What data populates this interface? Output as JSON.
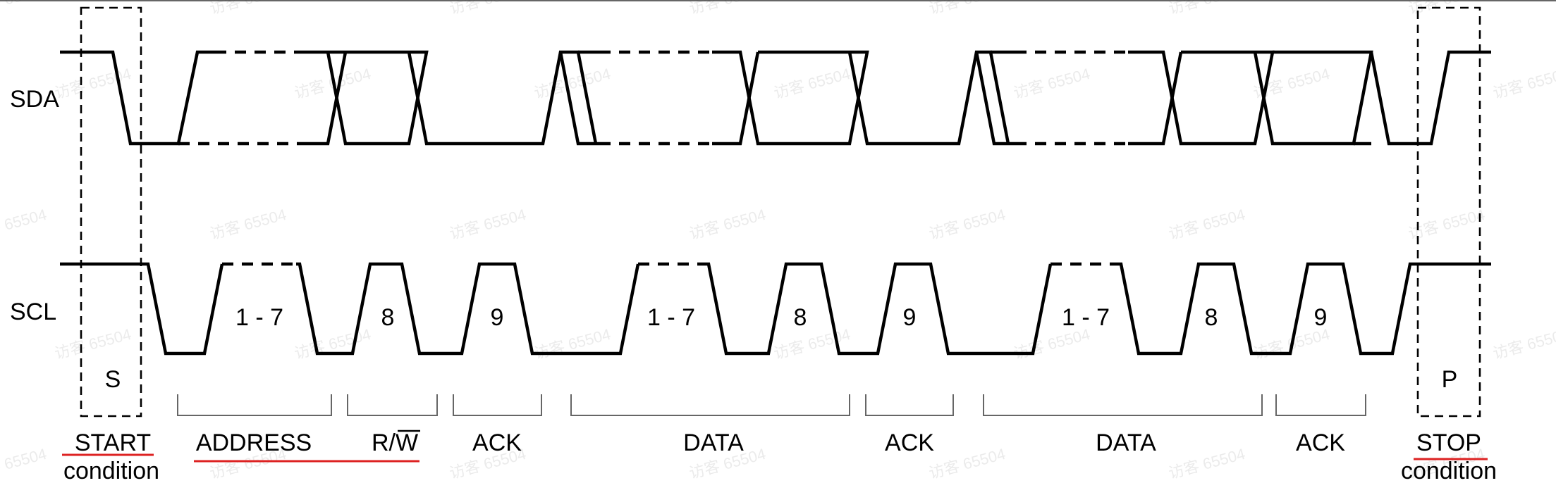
{
  "signals": {
    "sda": "SDA",
    "scl": "SCL"
  },
  "markers": {
    "start": "S",
    "stop": "P"
  },
  "scl_bits": [
    "1 - 7",
    "8",
    "9",
    "1 - 7",
    "8",
    "9",
    "1 - 7",
    "8",
    "9"
  ],
  "bottom_labels": {
    "start_line1": "START",
    "start_line2": "condition",
    "address": "ADDRESS",
    "rw_r": "R/",
    "rw_w": "W",
    "ack1": "ACK",
    "data1": "DATA",
    "ack2": "ACK",
    "data2": "DATA",
    "ack3": "ACK",
    "stop_line1": "STOP",
    "stop_line2": "condition"
  },
  "watermark": "访客 65504",
  "colors": {
    "line": "#000000",
    "underline": "#dd2222",
    "watermark": "#c8c8c8"
  }
}
